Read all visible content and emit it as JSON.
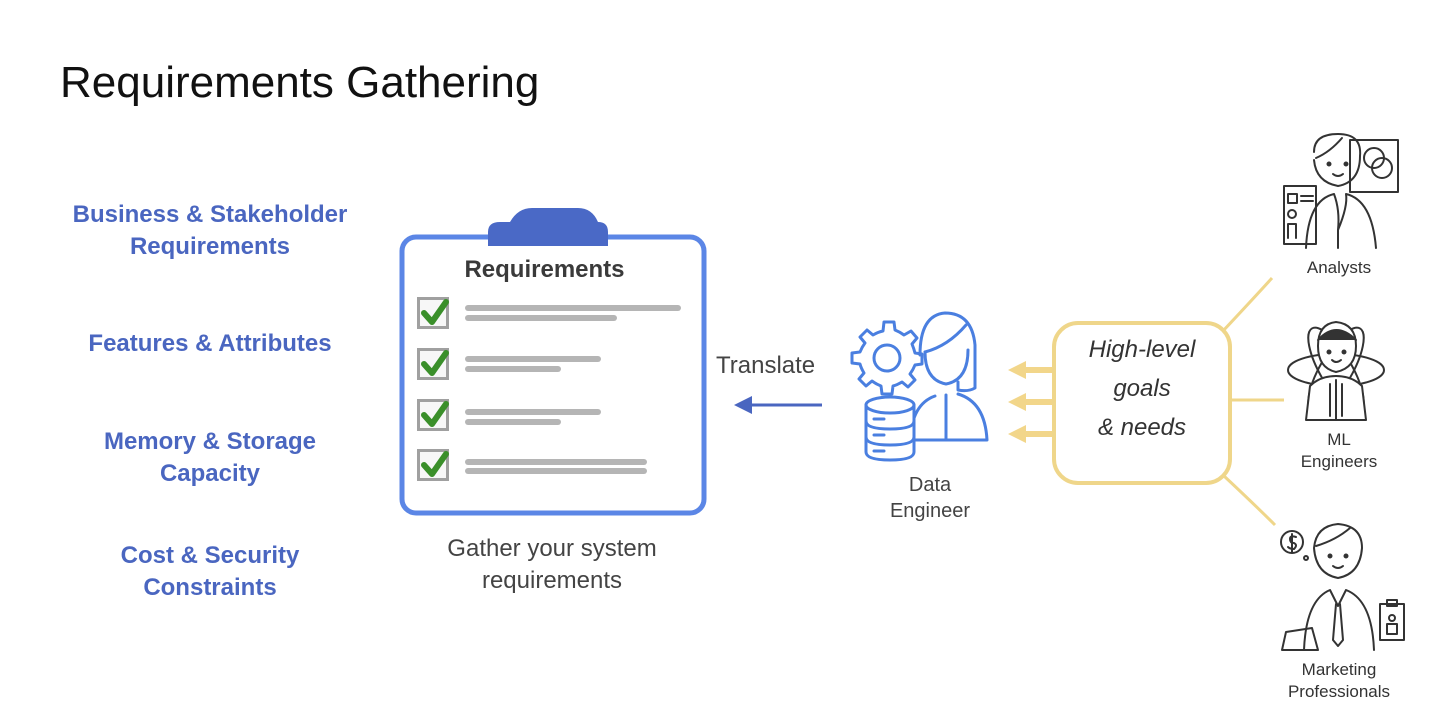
{
  "title": "Requirements Gathering",
  "categories": [
    {
      "line1": "Business & Stakeholder",
      "line2": "Requirements"
    },
    {
      "line1": "Features & Attributes",
      "line2": ""
    },
    {
      "line1": "Memory & Storage",
      "line2": "Capacity"
    },
    {
      "line1": "Cost & Security",
      "line2": "Constraints"
    }
  ],
  "clipboard": {
    "heading": "Requirements",
    "caption_line1": "Gather your system",
    "caption_line2": "requirements"
  },
  "translate_label": "Translate",
  "data_engineer": {
    "line1": "Data",
    "line2": "Engineer"
  },
  "goals": {
    "line1": "High-level",
    "line2": "goals",
    "line3": "& needs"
  },
  "stakeholders": [
    {
      "line1": "Analysts",
      "line2": ""
    },
    {
      "line1": "ML",
      "line2": "Engineers"
    },
    {
      "line1": "Marketing",
      "line2": "Professionals"
    }
  ],
  "colors": {
    "accent_blue": "#4a66c0",
    "clipboard_border": "#5b86e6",
    "checkmark_green": "#3a8f2a",
    "goals_border": "#efd68a",
    "arrow_yellow": "#f2d68a"
  },
  "icons": [
    "gear-icon",
    "database-icon",
    "person-icon",
    "checkmark-icon",
    "translate-arrow-icon"
  ]
}
